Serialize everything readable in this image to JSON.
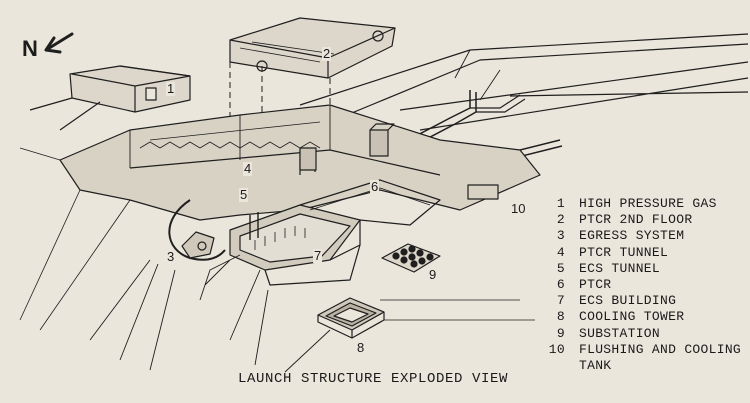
{
  "north_label": "N",
  "legend": [
    {
      "number": "1",
      "label": "HIGH PRESSURE GAS"
    },
    {
      "number": "2",
      "label": "PTCR 2ND FLOOR"
    },
    {
      "number": "3",
      "label": "EGRESS SYSTEM"
    },
    {
      "number": "4",
      "label": "PTCR TUNNEL"
    },
    {
      "number": "5",
      "label": "ECS TUNNEL"
    },
    {
      "number": "6",
      "label": "PTCR"
    },
    {
      "number": "7",
      "label": "ECS BUILDING"
    },
    {
      "number": "8",
      "label": "COOLING TOWER"
    },
    {
      "number": "9",
      "label": "SUBSTATION"
    },
    {
      "number": "10",
      "label": "FLUSHING AND COOLING TANK"
    }
  ],
  "callouts": [
    "1",
    "2",
    "3",
    "4",
    "5",
    "6",
    "7",
    "8",
    "9",
    "10"
  ],
  "caption": "LAUNCH STRUCTURE EXPLODED VIEW"
}
